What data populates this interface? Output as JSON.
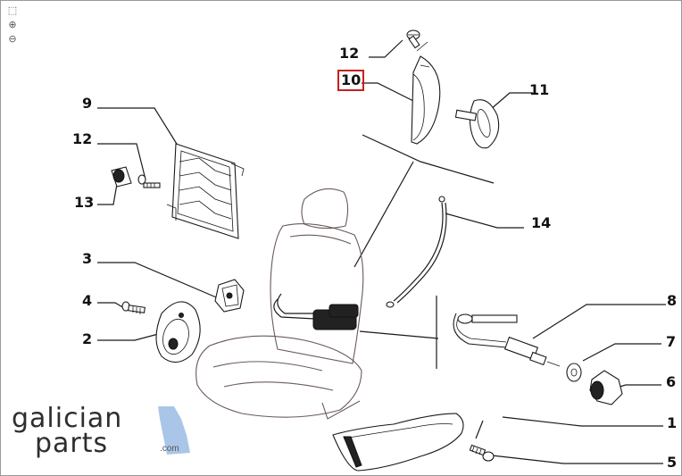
{
  "toolbar": {
    "tools": [
      {
        "icon": "select-icon",
        "glyph": "⬚"
      },
      {
        "icon": "zoom-in-icon",
        "glyph": "⊕"
      },
      {
        "icon": "zoom-out-icon",
        "glyph": "⊖"
      }
    ]
  },
  "callouts": {
    "c12_top": "12",
    "c10": "10",
    "c11": "11",
    "c9": "9",
    "c12_left": "12",
    "c13": "13",
    "c14": "14",
    "c3": "3",
    "c8": "8",
    "c4": "4",
    "c2": "2",
    "c7": "7",
    "c6": "6",
    "c1": "1",
    "c5": "5"
  },
  "highlighted_callout": "10",
  "logo": {
    "line1": "galician",
    "line2": "parts",
    "domain": ".com",
    "accent_color": "#a9c6e8"
  },
  "colors": {
    "highlight": "#c8201e",
    "line": "#1a1a1a",
    "border": "#9a9a9a"
  }
}
